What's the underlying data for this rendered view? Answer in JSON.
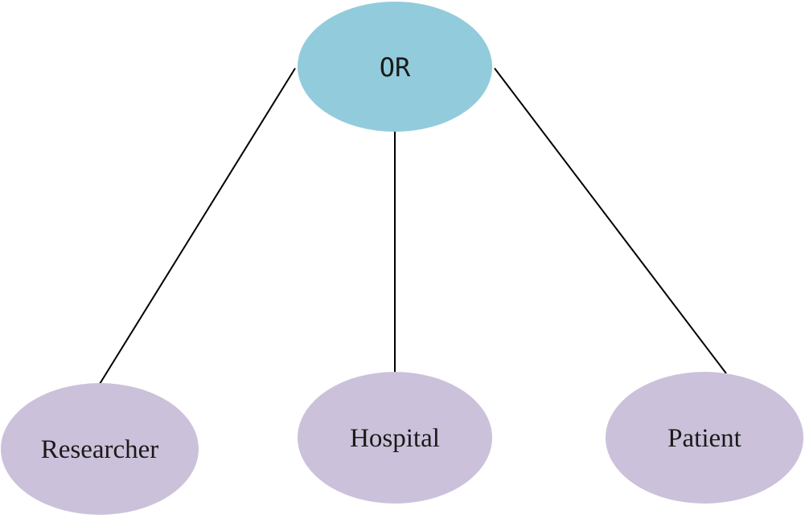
{
  "root": {
    "label": "OR",
    "fill": "#92ccdc"
  },
  "children": [
    {
      "label": "Researcher",
      "fill": "#ccc1da"
    },
    {
      "label": "Hospital",
      "fill": "#ccc1da"
    },
    {
      "label": "Patient",
      "fill": "#ccc1da"
    }
  ],
  "edge_color": "#000000"
}
